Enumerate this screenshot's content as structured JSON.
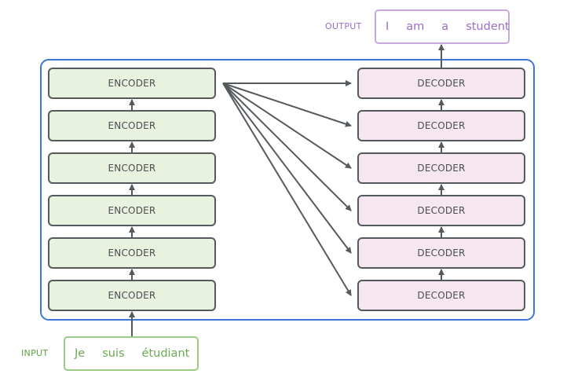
{
  "colors": {
    "encoder_fill": "#e9f1df",
    "decoder_fill": "#f6e6f0",
    "box_border": "#555a5e",
    "container_border": "#3c78d8",
    "arrow": "#555a5e",
    "input_text": "#6aaa52",
    "input_border": "#9ccb86",
    "output_text": "#9b6fc6",
    "output_border": "#c4a8de"
  },
  "encoders": [
    "ENCODER",
    "ENCODER",
    "ENCODER",
    "ENCODER",
    "ENCODER",
    "ENCODER"
  ],
  "decoders": [
    "DECODER",
    "DECODER",
    "DECODER",
    "DECODER",
    "DECODER",
    "DECODER"
  ],
  "input": {
    "label": "INPUT",
    "words": [
      "Je",
      "suis",
      "étudiant"
    ]
  },
  "output": {
    "label": "OUTPUT",
    "words": [
      "I",
      "am",
      "a",
      "student"
    ]
  }
}
